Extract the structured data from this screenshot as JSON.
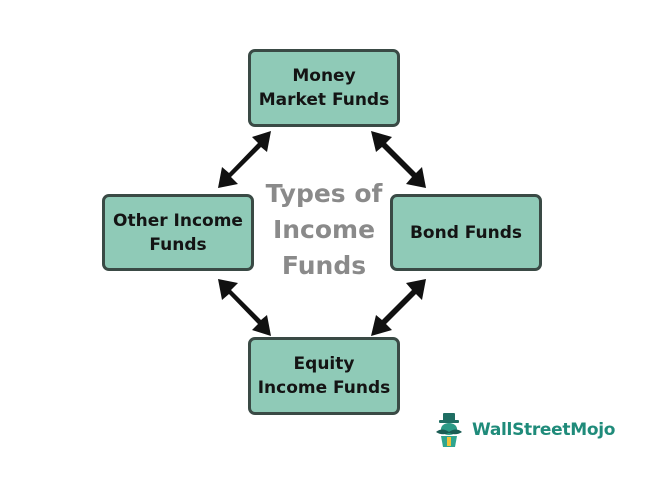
{
  "diagram": {
    "center_title": "Types of\nIncome\nFunds",
    "nodes": {
      "top": "Money\nMarket Funds",
      "left": "Other Income\nFunds",
      "right": "Bond Funds",
      "bottom": "Equity\nIncome Funds"
    },
    "node_color": "#8fcab7",
    "border_color": "#3a4a45",
    "arrow_color": "#111111",
    "title_color": "#8a8a8a"
  },
  "watermark": {
    "text": "WallStreetMojo",
    "icon": "wallstreetmojo-logo-icon",
    "color": "#1f8b7a"
  }
}
